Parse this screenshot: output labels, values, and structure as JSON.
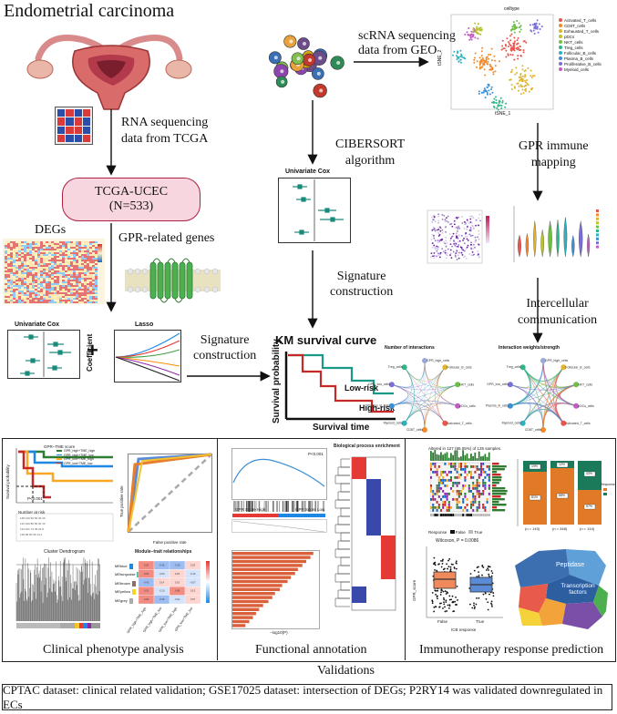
{
  "title": "Endometrial carcinoma",
  "steps": {
    "rna_seq": "RNA sequencing\ndata from TCGA",
    "tcga_box": {
      "line1": "TCGA-UCEC",
      "line2": "(N=533)"
    },
    "degs": "DEGs",
    "gpr_genes": "GPR-related genes",
    "univariate_cox_bottom": "Univariate Cox",
    "lasso": "Lasso",
    "coefficient": "Coefficient",
    "plus": "+",
    "signature_construction_left": "Signature\nconstruction",
    "scrna": "scRNA sequencing\ndata from GEO",
    "cibersort": "CIBERSORT\nalgorithm",
    "univariate_cox_middle": "Univariate Cox",
    "signature_construction_middle": "Signature\nconstruction",
    "gpr_immune_mapping": "GPR immune\nmapping",
    "intercellular": "Intercellular\ncommunication"
  },
  "km": {
    "title": "KM survival curve",
    "ylabel": "Survival probability",
    "xlabel": "Survival time",
    "low": "Low-risk",
    "high": "High-risk"
  },
  "tsne": {
    "legend_title": "celltype",
    "xlabel": "tSNE_1",
    "ylabel": "tSNE_2",
    "celltypes": [
      "Activated_T_cells",
      "CD8T_cells",
      "Exhausted_T_cells",
      "pDCs",
      "NKT_cells",
      "Treg_cells",
      "Follicular_B_cells",
      "Plasma_B_cells",
      "Proliferative_B_cells",
      "Myeloid_cells"
    ],
    "colors": [
      "#e8554e",
      "#f08a2d",
      "#e0b42b",
      "#b8c42a",
      "#6fbf45",
      "#2fb58a",
      "#2bb3c0",
      "#3b8fd6",
      "#7a6fd8",
      "#c25bc2"
    ],
    "labels": [
      "Myeloid_cells",
      "pDCs",
      "Treg_cells",
      "NKT",
      "Proliferative_B_cells",
      "Activated_T",
      "Follicular_B_cells",
      "Plasma_B_cells"
    ]
  },
  "interactions": {
    "left_title": "Number of interactions",
    "right_title": "Interaction weights/strength",
    "nodes": [
      "GPR_high",
      "Follicular_B",
      "NKT",
      "pDCs",
      "Activated_T",
      "CD8T",
      "Myeloid",
      "Plasma_B",
      "GPR_low",
      "Treg"
    ]
  },
  "panels": {
    "clinical": "Clinical phenotype analysis",
    "functional": "Functional annotation",
    "immuno": "Immunotherapy response prediction"
  },
  "clinical_panel": {
    "km_legend_title": "GPR−TME score",
    "km_legend": [
      "GPR_high+TME_high",
      "GPR_high+TME_low",
      "GPR_low+TME_high",
      "GPR_low+TME_low"
    ],
    "km_colors": [
      "#2e7d32",
      "#1e88e5",
      "#f9a825",
      "#c62828"
    ],
    "pval": "P<0.001",
    "ylabel": "Survival probability",
    "risk": "Number at risk",
    "roc_x": "False positive rate",
    "roc_y": "True positive rate",
    "dendro_title": "Cluster Dendrogram",
    "heat_title": "Module−trait relationships",
    "modules": [
      "MEblue",
      "MEturquoise",
      "MEbrown",
      "MEyellow",
      "MEgrey"
    ],
    "traits": [
      "GPR_high+TME_high",
      "GPR_high+TME_low",
      "GPR_low+TME_high",
      "GPR_low+TME_low"
    ]
  },
  "functional_panel": {
    "gsea_left": "GPR Score High",
    "gsea_right": "GPR Score Low",
    "gsea_pval": "P<0.001",
    "enrich_title": "Biological process enrichment",
    "xlabel": "−log10(P)"
  },
  "immuno_panel": {
    "oncoplot_title": "Altered in 127 (86.05%) of 135 samples.",
    "response": "Response",
    "resp_values": [
      "False",
      "True"
    ],
    "wilcox": "Wilcoxon, P = 0.0086",
    "y_label": "GPR_score",
    "x_label": "ICB response",
    "n_labels": [
      "(n = 143)",
      "(n = 348)",
      "(n = 144)"
    ],
    "bar_pcts": [
      "81%",
      "19%",
      "88%",
      "12%",
      "57%",
      "43%"
    ],
    "voronoi": [
      "Peptidase",
      "Transcription factors"
    ]
  },
  "validation_arrow_label": "Validations",
  "validation_text": "CPTAC dataset: clinical related validation; GSE17025 dataset: intersection of DEGs; P2RY14 was validated downregulated in ECs"
}
